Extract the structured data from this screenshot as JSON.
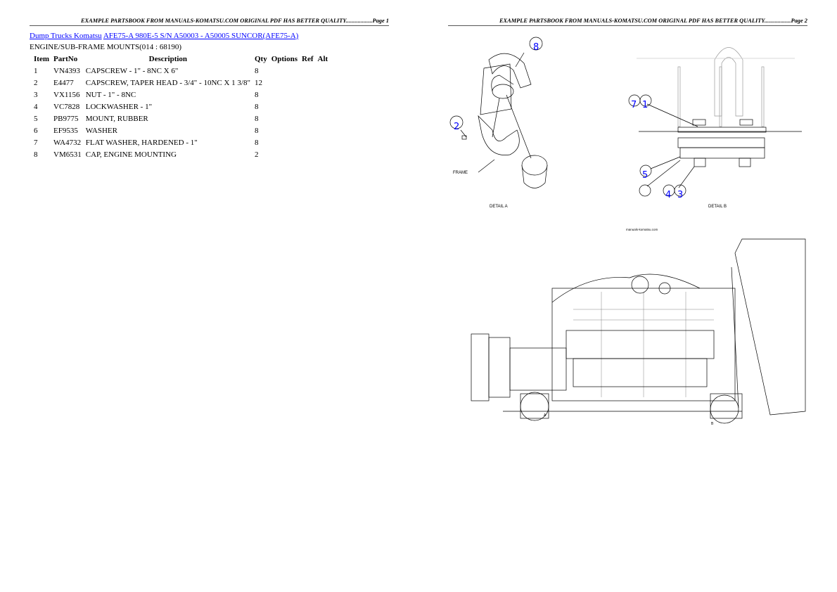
{
  "page1": {
    "header": "EXAMPLE PARTSBOOK FROM MANUALS-KOMATSU.COM ORIGINAL PDF HAS BETTER QUALITY..................Page 1",
    "breadcrumb": {
      "link1": "Dump Trucks Komatsu",
      "link2": "AFE75-A 980E-5 S/N A50003 - A50005 SUNCOR(AFE75-A)"
    },
    "section_title": "ENGINE/SUB-FRAME MOUNTS(014 : 68190)",
    "table": {
      "columns": [
        "Item",
        "PartNo",
        "Description",
        "Qty",
        "Options",
        "Ref",
        "Alt"
      ],
      "rows": [
        [
          "1",
          "VN4393",
          "CAPSCREW - 1\" - 8NC X 6\"",
          "8"
        ],
        [
          "2",
          "E4477",
          "CAPSCREW, TAPER HEAD - 3/4\" - 10NC X 1 3/8\"",
          "12"
        ],
        [
          "3",
          "VX1156",
          "NUT - 1\" - 8NC",
          "8"
        ],
        [
          "4",
          "VC7828",
          "LOCKWASHER - 1\"",
          "8"
        ],
        [
          "5",
          "PB9775",
          "MOUNT, RUBBER",
          "8"
        ],
        [
          "6",
          "EF9535",
          "WASHER",
          "8"
        ],
        [
          "7",
          "WA4732",
          "FLAT WASHER, HARDENED - 1\"",
          "8"
        ],
        [
          "8",
          "VM6531",
          "CAP, ENGINE MOUNTING",
          "2"
        ]
      ]
    }
  },
  "page2": {
    "header": "EXAMPLE PARTSBOOK FROM MANUALS-KOMATSU.COM ORIGINAL PDF HAS BETTER QUALITY..................Page 2",
    "drawing": {
      "detail_a_label": "DETAIL A",
      "detail_b_label": "DETAIL B",
      "frame_label": "FRAME",
      "watermark": "manuals-komatsu.com",
      "callouts_a": [
        "8",
        "2"
      ],
      "callouts_b": [
        "7",
        "1",
        "5",
        "4",
        "3"
      ],
      "view_a": "A",
      "view_b": "B"
    }
  }
}
